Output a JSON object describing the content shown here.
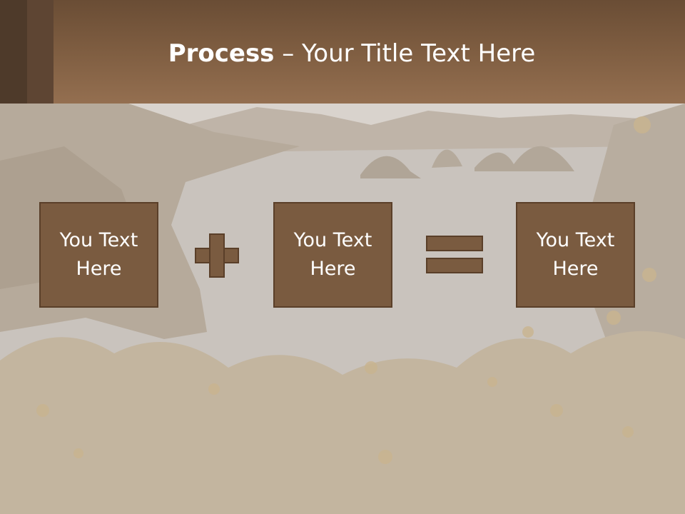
{
  "slide": {
    "title_bold": "Process",
    "title_rest": " – Your Title Text Here"
  },
  "boxes": [
    {
      "text": "You Text Here"
    },
    {
      "text": "You Text Here"
    },
    {
      "text": "You Text Here"
    }
  ],
  "symbols": {
    "operator1": "plus-icon",
    "operator2": "equals-icon"
  },
  "colors": {
    "header": "#7d5c40",
    "box_fill": "#7a5b40",
    "box_border": "#5a3f29",
    "text": "#ffffff"
  }
}
